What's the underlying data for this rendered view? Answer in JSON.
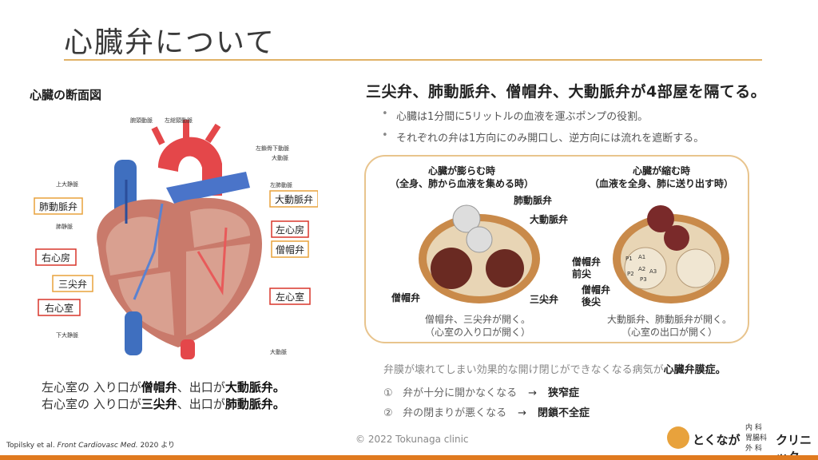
{
  "slide": {
    "title": "心臓弁について"
  },
  "left": {
    "section_title": "心臓の断面図",
    "heart_labels": {
      "top1": "腕頭動脈",
      "top2": "左総頸動脈",
      "top3": "左鎖骨下動脈",
      "aorta": "大動脈",
      "svc": "上大静脈",
      "lpa": "左肺動脈",
      "pv_left": "肺静脈",
      "ivc": "下大静脈",
      "desc_aorta": "大動脈"
    },
    "boxed_labels": {
      "pulmonary_valve": "肺動脈弁",
      "aortic_valve": "大動脈弁",
      "left_atrium": "左心房",
      "right_atrium": "右心房",
      "mitral_valve": "僧帽弁",
      "tricuspid_valve": "三尖弁",
      "left_ventricle": "左心室",
      "right_ventricle": "右心室"
    },
    "summary": {
      "line1_a": "左心室の 入り口が",
      "line1_b": "僧帽弁",
      "line1_c": "、出口が",
      "line1_d": "大動脈弁。",
      "line2_a": "右心室の 入り口が",
      "line2_b": "三尖弁",
      "line2_c": "、出口が",
      "line2_d": "肺動脈弁。"
    }
  },
  "right": {
    "headline": "三尖弁、肺動脈弁、僧帽弁、大動脈弁が4部屋を隔てる。",
    "bullets": [
      "心臓は1分間に5リットルの血液を運ぶポンプの役割。",
      "それぞれの弁は1方向にのみ開口し、逆方向には流れを遮断する。"
    ],
    "diastole": {
      "title1": "心臓が膨らむ時",
      "title2": "（全身、肺から血液を集める時）",
      "label_pulmonary": "肺動脈弁",
      "label_aortic": "大動脈弁",
      "label_mitral": "僧帽弁",
      "label_tricuspid": "三尖弁",
      "caption1": "僧帽弁、三尖弁が開く。",
      "caption2": "（心室の入り口が開く）"
    },
    "systole": {
      "title1": "心臓が縮む時",
      "title2": "（血液を全身、肺に送り出す時）",
      "label_anterior1": "僧帽弁",
      "label_anterior2": "前尖",
      "label_posterior1": "僧帽弁",
      "label_posterior2": "後尖",
      "segments": [
        "A1",
        "A2",
        "A3",
        "P1",
        "P2",
        "P3"
      ],
      "caption1": "大動脈弁、肺動脈弁が開く。",
      "caption2": "（心室の出口が開く）"
    },
    "disease": {
      "intro": "弁膜が壊れてしまい効果的な開け閉じができなくなる病気が",
      "term": "心臓弁膜症。",
      "items": [
        {
          "num": "①",
          "text": "弁が十分に開かなくなる",
          "arrow": "→",
          "name": "狭窄症"
        },
        {
          "num": "②",
          "text": "弁の閉まりが悪くなる",
          "arrow": "→",
          "name": "閉鎖不全症"
        }
      ]
    }
  },
  "footer": {
    "citation_authors": "Topilsky et al.",
    "citation_journal": "Front Cardiovasc Med.",
    "citation_year": "2020 より",
    "copyright": "© 2022 Tokunaga clinic",
    "logo_name": "とくなが",
    "logo_dept1": "内 科",
    "logo_dept2": "胃腸科",
    "logo_dept3": "外 科",
    "logo_clinic": "クリニック"
  },
  "colors": {
    "accent_rule": "#e0b267",
    "box_border_red": "#d9362b",
    "box_border_orange": "#e8a23c",
    "bottom_bar": "#e07a1f"
  }
}
